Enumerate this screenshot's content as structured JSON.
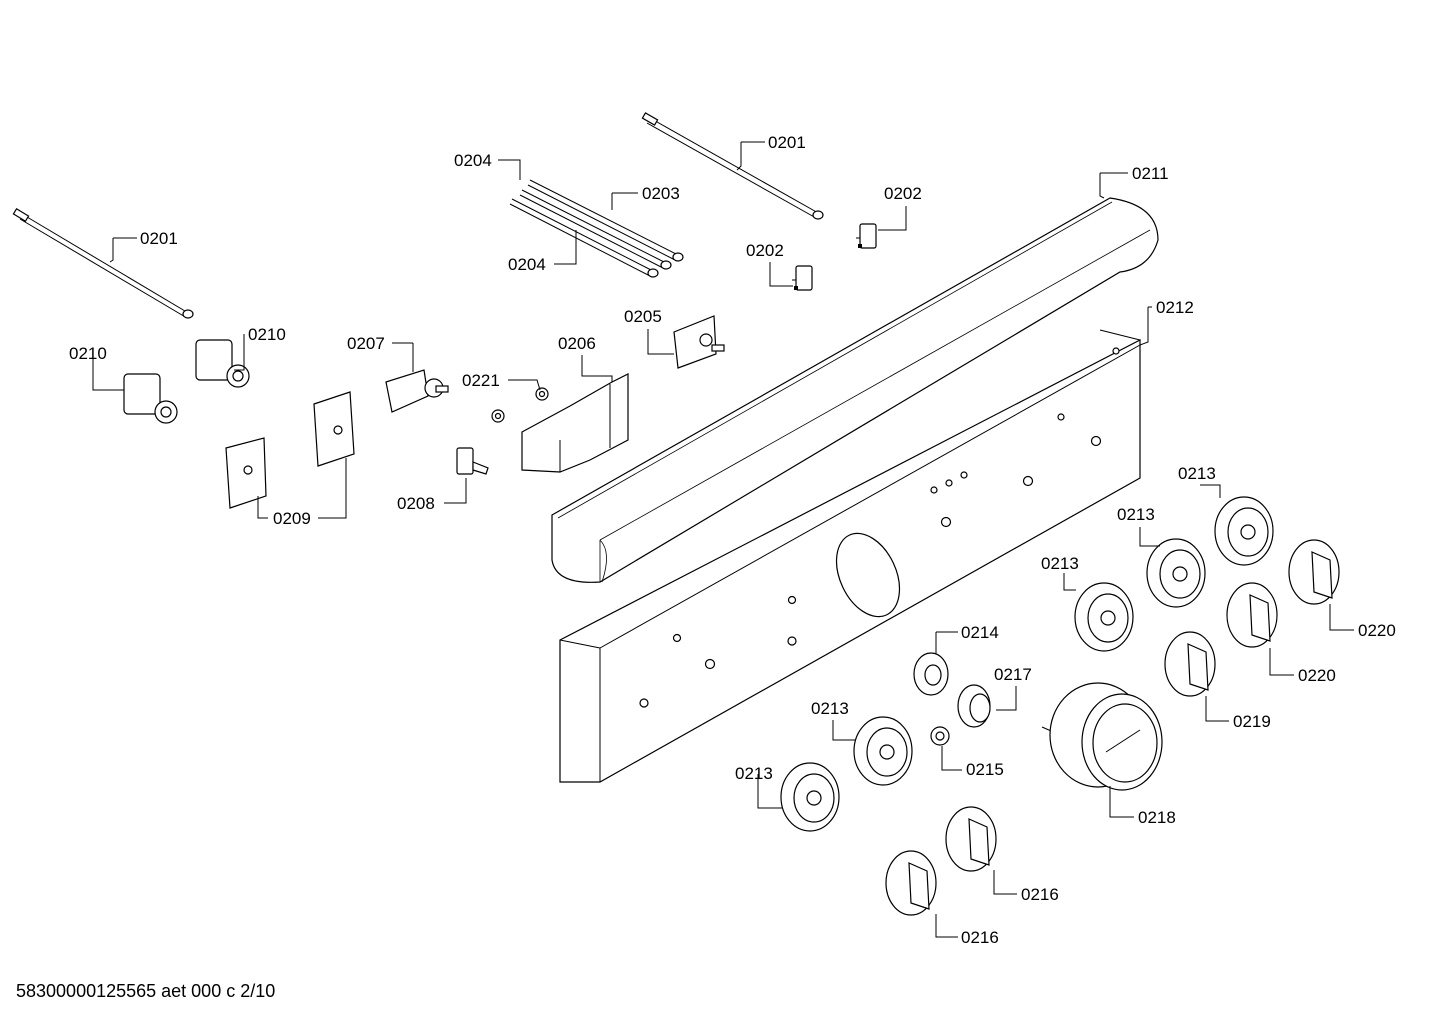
{
  "diagram": {
    "doc_id": "58300000125565 aet 000 c 2/10",
    "labels": {
      "l0201a": "0201",
      "l0201b": "0201",
      "l0202a": "0202",
      "l0202b": "0202",
      "l0203": "0203",
      "l0204a": "0204",
      "l0204b": "0204",
      "l0205": "0205",
      "l0206": "0206",
      "l0207": "0207",
      "l0208": "0208",
      "l0209": "0209",
      "l0210a": "0210",
      "l0210b": "0210",
      "l0211": "0211",
      "l0212": "0212",
      "l0213a": "0213",
      "l0213b": "0213",
      "l0213c": "0213",
      "l0213d": "0213",
      "l0213e": "0213",
      "l0214": "0214",
      "l0215": "0215",
      "l0216a": "0216",
      "l0216b": "0216",
      "l0217": "0217",
      "l0218": "0218",
      "l0219": "0219",
      "l0220a": "0220",
      "l0220b": "0220",
      "l0221": "0221"
    }
  }
}
